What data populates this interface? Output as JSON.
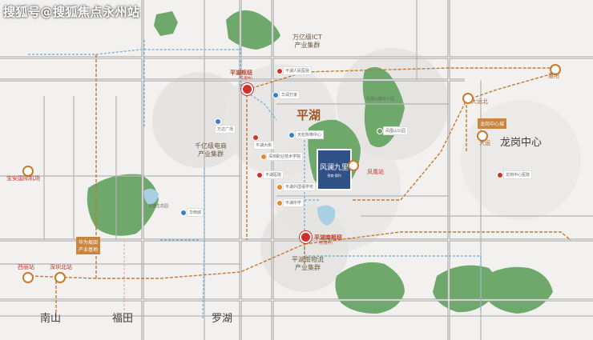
{
  "watermark": "搜狐号@搜狐焦点永州站",
  "districts": {
    "pinghu": "平湖",
    "longgang_center": "龙岗中心",
    "nanshan": "南山",
    "futian": "福田",
    "luohu": "罗湖"
  },
  "clusters": {
    "ict": [
      "万亿级ICT",
      "产业集群"
    ],
    "ecommerce": [
      "千亿级电商",
      "产业集群"
    ],
    "logistics": [
      "平湖南物流",
      "产业集群"
    ]
  },
  "hubs": {
    "pinghu_hub": "平湖枢纽",
    "pinghu_hub_sub": "(在建中)",
    "pinghu_south_hub": "平湖南枢纽",
    "pinghu_south_sub": "(在建中)"
  },
  "stations": {
    "airport": "宝安国际机场",
    "xili": "西丽站",
    "shenzhen_north": "深圳北站",
    "dayun_north": "大运北",
    "dayun": "大运",
    "fenghuang": "凤凰站",
    "longgang_east": "惠阳"
  },
  "project": {
    "name": "风澜九里",
    "caption": "招商·保利"
  },
  "landmarks": {
    "fenghuang_park": "凤凰山森林公园",
    "pinghu_eco": "平湖生态园",
    "huawei": "华为坂田",
    "huawei_sub": "产业基地",
    "longgang_center_box": "龙岗中心城"
  },
  "pois": [
    "华润万家",
    "天虹购物中心",
    "平湖大街",
    "万达广场",
    "深圳职业技术学院",
    "平湖医院",
    "平湖外国语学校",
    "平湖中学",
    "凤凰山公园",
    "平湖人民医院",
    "龙岗中心医院",
    "华南城"
  ],
  "colors": {
    "park": "#6ea86a",
    "metro_blue": "#7fb6d6",
    "intercity": "#c47b2f",
    "hub_red": "#d0312d",
    "project": "#2f5186"
  }
}
